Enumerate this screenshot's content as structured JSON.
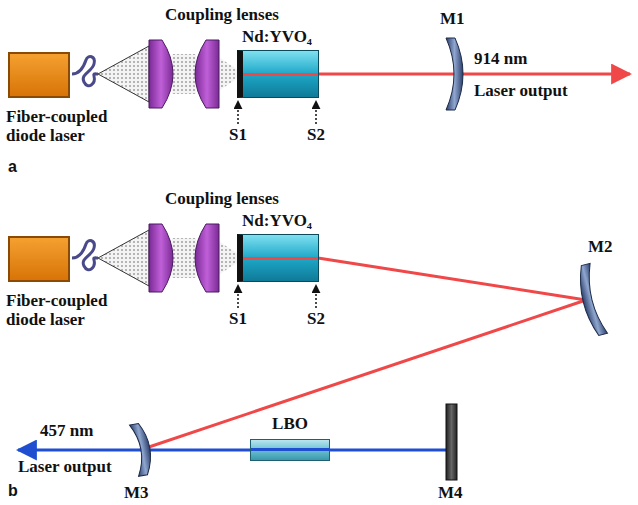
{
  "diagram": {
    "nodes": [
      {
        "text": [
          "Fiber-coupled diode laser"
        ]
      },
      {
        "text": [
          "Nd:YVO₄"
        ]
      },
      {
        "text": [
          "Fiber-coupled diode laser"
        ]
      },
      {
        "text": [
          "Nd:YVO₄"
        ]
      },
      {
        "text": [
          "LBO"
        ]
      }
    ],
    "labels": [
      "Coupling lenses",
      "S1",
      "S2",
      "M1",
      "914 nm",
      "Laser output",
      "a",
      "Coupling lenses",
      "S1",
      "S2",
      "M2",
      "457 nm",
      "Laser output",
      "M3",
      "M4",
      "b"
    ]
  }
}
